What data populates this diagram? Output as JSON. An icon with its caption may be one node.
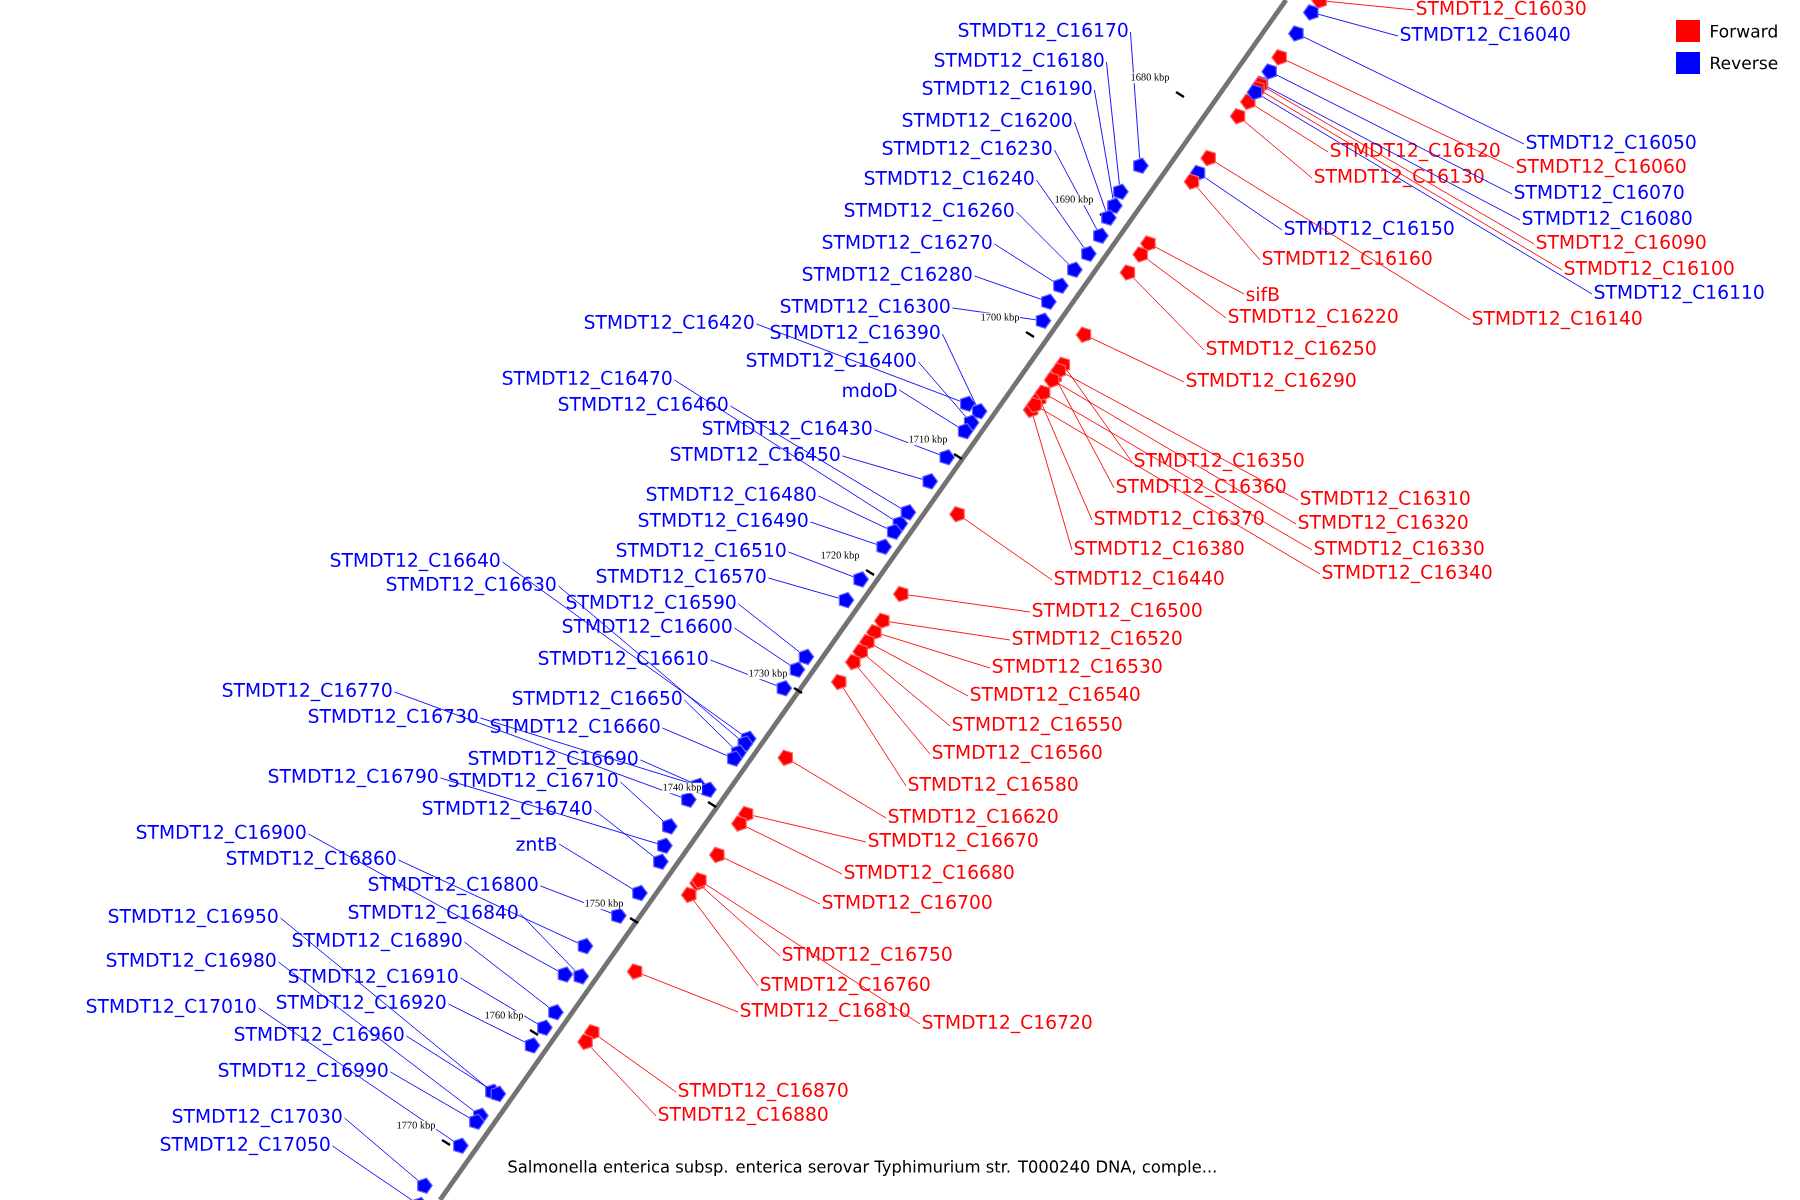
{
  "diagram": {
    "nodes": [
      {
        "text": [
          "STMDT12_C16030"
        ]
      },
      {
        "text": [
          "STMDT12_C16040"
        ]
      },
      {
        "text": [
          "STMDT12_C16170"
        ]
      },
      {
        "text": [
          "STMDT12_C16180"
        ]
      },
      {
        "text": [
          "STMDT12_C16190"
        ]
      },
      {
        "text": [
          "STMDT12_C16200"
        ]
      },
      {
        "text": [
          "STMDT12_C16050"
        ]
      },
      {
        "text": [
          "STMDT12_C16230"
        ]
      },
      {
        "text": [
          "STMDT12_C16120"
        ]
      },
      {
        "text": [
          "STMDT12_C16060"
        ]
      },
      {
        "text": [
          "STMDT12_C16130"
        ]
      },
      {
        "text": [
          "STMDT12_C16240"
        ]
      },
      {
        "text": [
          "STMDT12_C16070"
        ]
      },
      {
        "text": [
          "STMDT12_C16260"
        ]
      },
      {
        "text": [
          "STMDT12_C16080"
        ]
      },
      {
        "text": [
          "STMDT12_C16150"
        ]
      },
      {
        "text": [
          "STMDT12_C16270"
        ]
      },
      {
        "text": [
          "STMDT12_C16090"
        ]
      },
      {
        "text": [
          "STMDT12_C16160"
        ]
      },
      {
        "text": [
          "STMDT12_C16100"
        ]
      },
      {
        "text": [
          "STMDT12_C16280"
        ]
      },
      {
        "text": [
          "STMDT12_C16110"
        ]
      },
      {
        "text": [
          "sifB"
        ]
      },
      {
        "text": [
          "STMDT12_C16300"
        ]
      },
      {
        "text": [
          "STMDT12_C16220"
        ]
      },
      {
        "text": [
          "STMDT12_C16140"
        ]
      },
      {
        "text": [
          "STMDT12_C16420"
        ]
      },
      {
        "text": [
          "STMDT12_C16390"
        ]
      },
      {
        "text": [
          "STMDT12_C16250"
        ]
      },
      {
        "text": [
          "STMDT12_C16400"
        ]
      },
      {
        "text": [
          "STMDT12_C16290"
        ]
      },
      {
        "text": [
          "STMDT12_C16470"
        ]
      },
      {
        "text": [
          "mdoD"
        ]
      },
      {
        "text": [
          "STMDT12_C16460"
        ]
      },
      {
        "text": [
          "STMDT12_C16430"
        ]
      },
      {
        "text": [
          "STMDT12_C16450"
        ]
      },
      {
        "text": [
          "STMDT12_C16350"
        ]
      },
      {
        "text": [
          "STMDT12_C16360"
        ]
      },
      {
        "text": [
          "STMDT12_C16480"
        ]
      },
      {
        "text": [
          "STMDT12_C16310"
        ]
      },
      {
        "text": [
          "STMDT12_C16370"
        ]
      },
      {
        "text": [
          "STMDT12_C16490"
        ]
      },
      {
        "text": [
          "STMDT12_C16320"
        ]
      },
      {
        "text": [
          "STMDT12_C16330"
        ]
      },
      {
        "text": [
          "STMDT12_C16380"
        ]
      },
      {
        "text": [
          "STMDT12_C16510"
        ]
      },
      {
        "text": [
          "STMDT12_C16640"
        ]
      },
      {
        "text": [
          "STMDT12_C16340"
        ]
      },
      {
        "text": [
          "STMDT12_C16570"
        ]
      },
      {
        "text": [
          "STMDT12_C16440"
        ]
      },
      {
        "text": [
          "STMDT12_C16630"
        ]
      },
      {
        "text": [
          "STMDT12_C16590"
        ]
      },
      {
        "text": [
          "STMDT12_C16500"
        ]
      },
      {
        "text": [
          "STMDT12_C16600"
        ]
      },
      {
        "text": [
          "STMDT12_C16520"
        ]
      },
      {
        "text": [
          "STMDT12_C16610"
        ]
      },
      {
        "text": [
          "STMDT12_C16530"
        ]
      },
      {
        "text": [
          "STMDT12_C16770"
        ]
      },
      {
        "text": [
          "STMDT12_C16540"
        ]
      },
      {
        "text": [
          "STMDT12_C16650"
        ]
      },
      {
        "text": [
          "STMDT12_C16730"
        ]
      },
      {
        "text": [
          "STMDT12_C16550"
        ]
      },
      {
        "text": [
          "STMDT12_C16660"
        ]
      },
      {
        "text": [
          "STMDT12_C16560"
        ]
      },
      {
        "text": [
          "STMDT12_C16690"
        ]
      },
      {
        "text": [
          "STMDT12_C16790"
        ]
      },
      {
        "text": [
          "STMDT12_C16710"
        ]
      },
      {
        "text": [
          "STMDT12_C16580"
        ]
      },
      {
        "text": [
          "STMDT12_C16740"
        ]
      },
      {
        "text": [
          "STMDT12_C16620"
        ]
      },
      {
        "text": [
          "STMDT12_C16900"
        ]
      },
      {
        "text": [
          "STMDT12_C16670"
        ]
      },
      {
        "text": [
          "zntB"
        ]
      },
      {
        "text": [
          "STMDT12_C16860"
        ]
      },
      {
        "text": [
          "STMDT12_C16680"
        ]
      },
      {
        "text": [
          "STMDT12_C16800"
        ]
      },
      {
        "text": [
          "STMDT12_C16700"
        ]
      },
      {
        "text": [
          "STMDT12_C16840"
        ]
      },
      {
        "text": [
          "STMDT12_C16950"
        ]
      },
      {
        "text": [
          "STMDT12_C16890"
        ]
      },
      {
        "text": [
          "STMDT12_C16750"
        ]
      },
      {
        "text": [
          "STMDT12_C16980"
        ]
      },
      {
        "text": [
          "STMDT12_C16910"
        ]
      },
      {
        "text": [
          "STMDT12_C16760"
        ]
      },
      {
        "text": [
          "STMDT12_C16920"
        ]
      },
      {
        "text": [
          "STMDT12_C17010"
        ]
      },
      {
        "text": [
          "STMDT12_C16810"
        ]
      },
      {
        "text": [
          "STMDT12_C16720"
        ]
      },
      {
        "text": [
          "STMDT12_C16960"
        ]
      },
      {
        "text": [
          "STMDT12_C16990"
        ]
      },
      {
        "text": [
          "STMDT12_C16870"
        ]
      },
      {
        "text": [
          "STMDT12_C16880"
        ]
      },
      {
        "text": [
          "STMDT12_C17030"
        ]
      },
      {
        "text": [
          "STMDT12_C17050"
        ]
      },
      {
        "text": [],
        "shape": "pentagon"
      },
      {
        "text": [],
        "shape": "pentagon"
      },
      {
        "text": [],
        "shape": "pentagon"
      },
      {
        "text": [],
        "shape": "pentagon"
      },
      {
        "text": [],
        "shape": "pentagon"
      },
      {
        "text": [],
        "shape": "pentagon"
      },
      {
        "text": [],
        "shape": "pentagon"
      },
      {
        "text": [],
        "shape": "pentagon"
      },
      {
        "text": [],
        "shape": "pentagon"
      },
      {
        "text": [],
        "shape": "pentagon"
      },
      {
        "text": [],
        "shape": "pentagon"
      },
      {
        "text": [],
        "shape": "pentagon"
      },
      {
        "text": [],
        "shape": "pentagon"
      },
      {
        "text": [],
        "shape": "pentagon"
      },
      {
        "text": [],
        "shape": "pentagon"
      },
      {
        "text": [],
        "shape": "pentagon"
      },
      {
        "text": [],
        "shape": "pentagon"
      },
      {
        "text": [],
        "shape": "pentagon"
      },
      {
        "text": [],
        "shape": "pentagon"
      },
      {
        "text": [],
        "shape": "pentagon"
      },
      {
        "text": [],
        "shape": "pentagon"
      },
      {
        "text": [],
        "shape": "pentagon"
      },
      {
        "text": [],
        "shape": "pentagon"
      },
      {
        "text": [],
        "shape": "pentagon"
      },
      {
        "text": [],
        "shape": "pentagon"
      },
      {
        "text": [],
        "shape": "pentagon"
      },
      {
        "text": [],
        "shape": "pentagon"
      },
      {
        "text": [],
        "shape": "pentagon"
      },
      {
        "text": [],
        "shape": "pentagon"
      },
      {
        "text": [],
        "shape": "pentagon"
      },
      {
        "text": [],
        "shape": "pentagon"
      },
      {
        "text": [],
        "shape": "pentagon"
      },
      {
        "text": [],
        "shape": "pentagon"
      },
      {
        "text": [],
        "shape": "pentagon"
      },
      {
        "text": [],
        "shape": "pentagon"
      },
      {
        "text": [],
        "shape": "pentagon"
      },
      {
        "text": [],
        "shape": "pentagon"
      },
      {
        "text": [],
        "shape": "pentagon"
      },
      {
        "text": [],
        "shape": "pentagon"
      },
      {
        "text": [],
        "shape": "pentagon"
      },
      {
        "text": [],
        "shape": "pentagon"
      },
      {
        "text": [],
        "shape": "pentagon"
      },
      {
        "text": [],
        "shape": "pentagon"
      },
      {
        "text": [],
        "shape": "pentagon"
      },
      {
        "text": [],
        "shape": "pentagon"
      },
      {
        "text": [],
        "shape": "pentagon"
      },
      {
        "text": [],
        "shape": "pentagon"
      },
      {
        "text": [],
        "shape": "pentagon"
      },
      {
        "text": [],
        "shape": "pentagon"
      },
      {
        "text": [],
        "shape": "pentagon"
      },
      {
        "text": [],
        "shape": "pentagon"
      },
      {
        "text": [],
        "shape": "pentagon"
      },
      {
        "text": [],
        "shape": "pentagon"
      },
      {
        "text": [],
        "shape": "pentagon"
      },
      {
        "text": [],
        "shape": "pentagon"
      },
      {
        "text": [],
        "shape": "pentagon"
      },
      {
        "text": [],
        "shape": "pentagon"
      },
      {
        "text": [],
        "shape": "pentagon"
      },
      {
        "text": [],
        "shape": "pentagon"
      },
      {
        "text": [],
        "shape": "pentagon"
      },
      {
        "text": [],
        "shape": "pentagon"
      },
      {
        "text": [],
        "shape": "pentagon"
      },
      {
        "text": [],
        "shape": "pentagon"
      },
      {
        "text": [],
        "shape": "pentagon"
      },
      {
        "text": [],
        "shape": "pentagon"
      },
      {
        "text": [],
        "shape": "pentagon"
      },
      {
        "text": [],
        "shape": "pentagon"
      },
      {
        "text": [],
        "shape": "pentagon"
      },
      {
        "text": [],
        "shape": "pentagon"
      },
      {
        "text": [],
        "shape": "pentagon"
      },
      {
        "text": [],
        "shape": "pentagon"
      },
      {
        "text": [],
        "shape": "pentagon"
      },
      {
        "text": [],
        "shape": "pentagon"
      },
      {
        "text": [],
        "shape": "pentagon"
      },
      {
        "text": [],
        "shape": "pentagon"
      },
      {
        "text": [],
        "shape": "pentagon"
      },
      {
        "text": [],
        "shape": "pentagon"
      },
      {
        "text": [],
        "shape": "pentagon"
      },
      {
        "text": [],
        "shape": "pentagon"
      },
      {
        "text": [],
        "shape": "pentagon"
      },
      {
        "text": [],
        "shape": "pentagon"
      },
      {
        "text": [],
        "shape": "pentagon"
      },
      {
        "text": [],
        "shape": "pentagon"
      },
      {
        "text": [],
        "shape": "pentagon"
      },
      {
        "text": [],
        "shape": "pentagon"
      },
      {
        "text": [],
        "shape": "pentagon"
      },
      {
        "text": [],
        "shape": "pentagon"
      },
      {
        "text": [],
        "shape": "pentagon"
      },
      {
        "text": [],
        "shape": "pentagon"
      },
      {
        "text": [],
        "shape": "pentagon"
      },
      {
        "text": [],
        "shape": "pentagon"
      },
      {
        "text": [],
        "shape": "pentagon"
      },
      {
        "text": [],
        "shape": "pentagon"
      },
      {
        "text": [],
        "shape": "pentagon"
      }
    ],
    "edges": [
      {
        "from": 0,
        "to": 94,
        "arrow": "none",
        "color": "#ff0000"
      },
      {
        "from": 1,
        "to": 95,
        "arrow": "none",
        "color": "#0000ff"
      },
      {
        "from": 2,
        "to": 96,
        "arrow": "none",
        "color": "#0000ff"
      },
      {
        "from": 3,
        "to": 97,
        "arrow": "none",
        "color": "#0000ff"
      },
      {
        "from": 4,
        "to": 98,
        "arrow": "none",
        "color": "#0000ff"
      },
      {
        "from": 5,
        "to": 99,
        "arrow": "none",
        "color": "#0000ff"
      },
      {
        "from": 6,
        "to": 100,
        "arrow": "none",
        "color": "#0000ff"
      },
      {
        "from": 7,
        "to": 101,
        "arrow": "none",
        "color": "#0000ff"
      },
      {
        "from": 8,
        "to": 102,
        "arrow": "none",
        "color": "#ff0000"
      },
      {
        "from": 9,
        "to": 103,
        "arrow": "none",
        "color": "#ff0000"
      },
      {
        "from": 10,
        "to": 104,
        "arrow": "none",
        "color": "#ff0000"
      },
      {
        "from": 11,
        "to": 105,
        "arrow": "none",
        "color": "#0000ff"
      },
      {
        "from": 12,
        "to": 106,
        "arrow": "none",
        "color": "#0000ff"
      },
      {
        "from": 13,
        "to": 107,
        "arrow": "none",
        "color": "#0000ff"
      },
      {
        "from": 14,
        "to": 108,
        "arrow": "none",
        "color": "#0000ff"
      },
      {
        "from": 15,
        "to": 109,
        "arrow": "none",
        "color": "#0000ff"
      },
      {
        "from": 16,
        "to": 110,
        "arrow": "none",
        "color": "#0000ff"
      },
      {
        "from": 17,
        "to": 111,
        "arrow": "none",
        "color": "#ff0000"
      },
      {
        "from": 18,
        "to": 112,
        "arrow": "none",
        "color": "#ff0000"
      },
      {
        "from": 19,
        "to": 113,
        "arrow": "none",
        "color": "#ff0000"
      },
      {
        "from": 20,
        "to": 114,
        "arrow": "none",
        "color": "#0000ff"
      },
      {
        "from": 21,
        "to": 115,
        "arrow": "none",
        "color": "#0000ff"
      },
      {
        "from": 22,
        "to": 116,
        "arrow": "none",
        "color": "#ff0000"
      },
      {
        "from": 23,
        "to": 117,
        "arrow": "none",
        "color": "#0000ff"
      },
      {
        "from": 24,
        "to": 118,
        "arrow": "none",
        "color": "#ff0000"
      },
      {
        "from": 25,
        "to": 119,
        "arrow": "none",
        "color": "#ff0000"
      },
      {
        "from": 26,
        "to": 120,
        "arrow": "none",
        "color": "#0000ff"
      },
      {
        "from": 27,
        "to": 121,
        "arrow": "none",
        "color": "#0000ff"
      },
      {
        "from": 28,
        "to": 122,
        "arrow": "none",
        "color": "#ff0000"
      },
      {
        "from": 29,
        "to": 123,
        "arrow": "none",
        "color": "#0000ff"
      },
      {
        "from": 30,
        "to": 124,
        "arrow": "none",
        "color": "#ff0000"
      },
      {
        "from": 31,
        "to": 125,
        "arrow": "none",
        "color": "#0000ff"
      },
      {
        "from": 32,
        "to": 126,
        "arrow": "none",
        "color": "#0000ff"
      },
      {
        "from": 33,
        "to": 127,
        "arrow": "none",
        "color": "#0000ff"
      },
      {
        "from": 34,
        "to": 128,
        "arrow": "none",
        "color": "#0000ff"
      },
      {
        "from": 35,
        "to": 129,
        "arrow": "none",
        "color": "#0000ff"
      },
      {
        "from": 36,
        "to": 130,
        "arrow": "none",
        "color": "#ff0000"
      },
      {
        "from": 37,
        "to": 131,
        "arrow": "none",
        "color": "#ff0000"
      },
      {
        "from": 38,
        "to": 132,
        "arrow": "none",
        "color": "#0000ff"
      },
      {
        "from": 39,
        "to": 133,
        "arrow": "none",
        "color": "#ff0000"
      },
      {
        "from": 40,
        "to": 134,
        "arrow": "none",
        "color": "#ff0000"
      },
      {
        "from": 41,
        "to": 135,
        "arrow": "none",
        "color": "#0000ff"
      },
      {
        "from": 42,
        "to": 136,
        "arrow": "none",
        "color": "#ff0000"
      },
      {
        "from": 43,
        "to": 137,
        "arrow": "none",
        "color": "#ff0000"
      },
      {
        "from": 44,
        "to": 138,
        "arrow": "none",
        "color": "#ff0000"
      },
      {
        "from": 45,
        "to": 139,
        "arrow": "none",
        "color": "#0000ff"
      },
      {
        "from": 46,
        "to": 140,
        "arrow": "none",
        "color": "#0000ff"
      },
      {
        "from": 47,
        "to": 141,
        "arrow": "none",
        "color": "#ff0000"
      },
      {
        "from": 48,
        "to": 142,
        "arrow": "none",
        "color": "#0000ff"
      },
      {
        "from": 49,
        "to": 143,
        "arrow": "none",
        "color": "#ff0000"
      },
      {
        "from": 50,
        "to": 144,
        "arrow": "none",
        "color": "#0000ff"
      },
      {
        "from": 51,
        "to": 145,
        "arrow": "none",
        "color": "#0000ff"
      },
      {
        "from": 52,
        "to": 146,
        "arrow": "none",
        "color": "#ff0000"
      },
      {
        "from": 53,
        "to": 147,
        "arrow": "none",
        "color": "#0000ff"
      },
      {
        "from": 54,
        "to": 148,
        "arrow": "none",
        "color": "#ff0000"
      },
      {
        "from": 55,
        "to": 149,
        "arrow": "none",
        "color": "#0000ff"
      },
      {
        "from": 56,
        "to": 150,
        "arrow": "none",
        "color": "#ff0000"
      },
      {
        "from": 57,
        "to": 151,
        "arrow": "none",
        "color": "#0000ff"
      },
      {
        "from": 58,
        "to": 152,
        "arrow": "none",
        "color": "#ff0000"
      },
      {
        "from": 59,
        "to": 153,
        "arrow": "none",
        "color": "#0000ff"
      },
      {
        "from": 60,
        "to": 154,
        "arrow": "none",
        "color": "#0000ff"
      },
      {
        "from": 61,
        "to": 155,
        "arrow": "none",
        "color": "#ff0000"
      },
      {
        "from": 62,
        "to": 156,
        "arrow": "none",
        "color": "#0000ff"
      },
      {
        "from": 63,
        "to": 157,
        "arrow": "none",
        "color": "#ff0000"
      },
      {
        "from": 64,
        "to": 158,
        "arrow": "none",
        "color": "#0000ff"
      },
      {
        "from": 65,
        "to": 159,
        "arrow": "none",
        "color": "#0000ff"
      },
      {
        "from": 66,
        "to": 160,
        "arrow": "none",
        "color": "#0000ff"
      },
      {
        "from": 67,
        "to": 161,
        "arrow": "none",
        "color": "#ff0000"
      },
      {
        "from": 68,
        "to": 162,
        "arrow": "none",
        "color": "#0000ff"
      },
      {
        "from": 69,
        "to": 163,
        "arrow": "none",
        "color": "#ff0000"
      },
      {
        "from": 70,
        "to": 164,
        "arrow": "none",
        "color": "#0000ff"
      },
      {
        "from": 71,
        "to": 165,
        "arrow": "none",
        "color": "#ff0000"
      },
      {
        "from": 72,
        "to": 166,
        "arrow": "none",
        "color": "#0000ff"
      },
      {
        "from": 73,
        "to": 167,
        "arrow": "none",
        "color": "#0000ff"
      },
      {
        "from": 74,
        "to": 168,
        "arrow": "none",
        "color": "#ff0000"
      },
      {
        "from": 75,
        "to": 169,
        "arrow": "none",
        "color": "#0000ff"
      },
      {
        "from": 76,
        "to": 170,
        "arrow": "none",
        "color": "#ff0000"
      },
      {
        "from": 77,
        "to": 171,
        "arrow": "none",
        "color": "#0000ff"
      },
      {
        "from": 78,
        "to": 172,
        "arrow": "none",
        "color": "#0000ff"
      },
      {
        "from": 79,
        "to": 173,
        "arrow": "none",
        "color": "#0000ff"
      },
      {
        "from": 80,
        "to": 174,
        "arrow": "none",
        "color": "#ff0000"
      },
      {
        "from": 81,
        "to": 175,
        "arrow": "none",
        "color": "#0000ff"
      },
      {
        "from": 82,
        "to": 176,
        "arrow": "none",
        "color": "#0000ff"
      },
      {
        "from": 83,
        "to": 177,
        "arrow": "none",
        "color": "#ff0000"
      },
      {
        "from": 84,
        "to": 178,
        "arrow": "none",
        "color": "#0000ff"
      },
      {
        "from": 85,
        "to": 179,
        "arrow": "none",
        "color": "#0000ff"
      },
      {
        "from": 86,
        "to": 180,
        "arrow": "none",
        "color": "#ff0000"
      },
      {
        "from": 87,
        "to": 181,
        "arrow": "none",
        "color": "#ff0000"
      },
      {
        "from": 88,
        "to": 182,
        "arrow": "none",
        "color": "#0000ff"
      },
      {
        "from": 89,
        "to": 183,
        "arrow": "none",
        "color": "#0000ff"
      },
      {
        "from": 90,
        "to": 184,
        "arrow": "none",
        "color": "#ff0000"
      },
      {
        "from": 91,
        "to": 185,
        "arrow": "none",
        "color": "#ff0000"
      },
      {
        "from": 92,
        "to": 186,
        "arrow": "none",
        "color": "#0000ff"
      },
      {
        "from": 93,
        "to": 187,
        "arrow": "none",
        "color": "#0000ff"
      }
    ],
    "labels": [
      "1680 kbp",
      "1690 kbp",
      "1700 kbp",
      "1710 kbp",
      "1720 kbp",
      "1730 kbp",
      "1740 kbp",
      "1750 kbp",
      "1760 kbp",
      "1770 kbp",
      "Salmonella enterica subsp. enterica serovar Typhimurium str. T000240 DNA, comple..."
    ],
    "legend": [
      {
        "text": "Forward",
        "color": "#ff0000"
      },
      {
        "text": "Reverse",
        "color": "#0000ff"
      }
    ]
  }
}
